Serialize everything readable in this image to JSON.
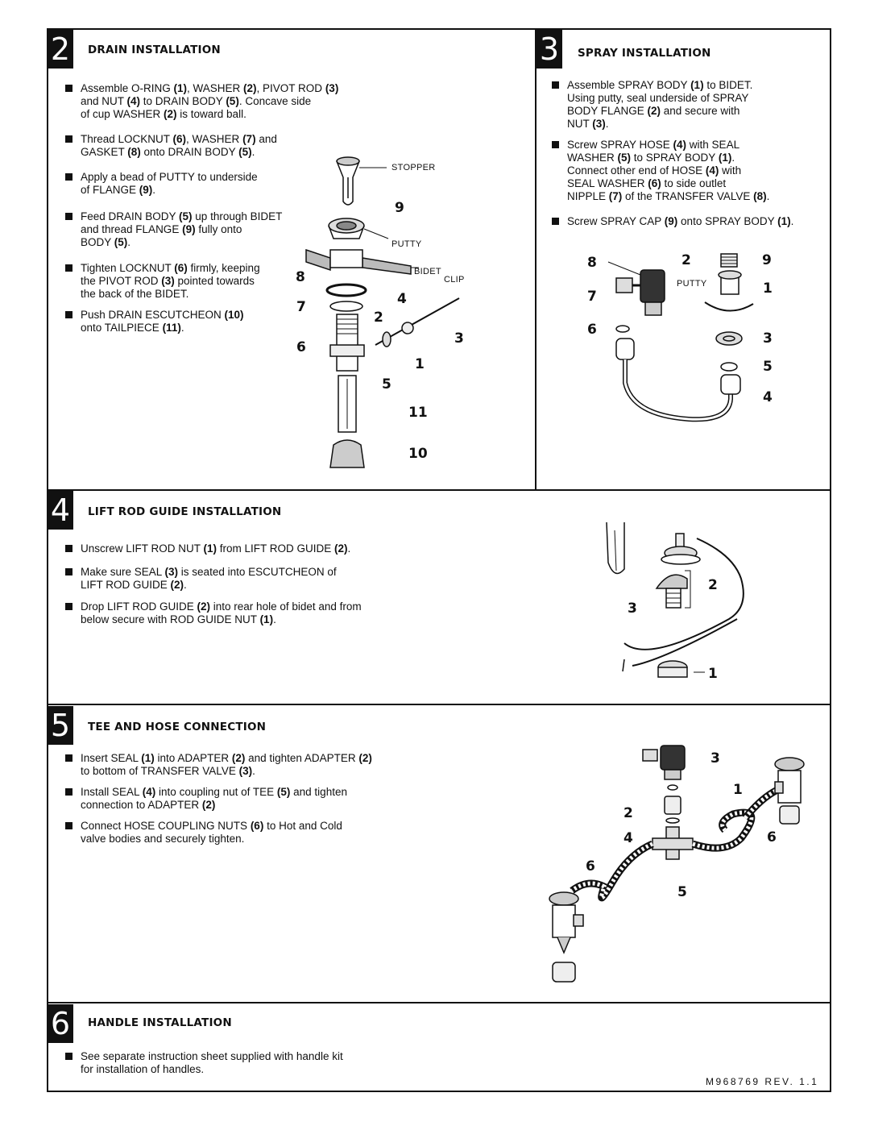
{
  "sections": [
    {
      "number": "2",
      "title": "DRAIN INSTALLATION",
      "steps": [
        "Assemble O-RING (1), WASHER (2), PIVOT ROD (3)\nand NUT (4) to DRAIN BODY (5). Concave side\nof cup WASHER (2) is toward ball.",
        "Thread LOCKNUT (6), WASHER (7) and\nGASKET (8) onto DRAIN BODY (5).",
        "Apply a bead of PUTTY to underside\nof FLANGE (9).",
        "Feed DRAIN BODY (5) up through BIDET\nand thread FLANGE (9) fully onto\nBODY (5).",
        "Tighten LOCKNUT (6) firmly, keeping\nthe PIVOT ROD (3) pointed towards\nthe back of the BIDET.",
        "Push DRAIN ESCUTCHEON (10)\nonto TAILPIECE (11)."
      ],
      "labels": [
        "STOPPER",
        "PUTTY",
        "BIDET",
        "CLIP"
      ],
      "callouts": [
        "9",
        "8",
        "4",
        "7",
        "2",
        "6",
        "3",
        "1",
        "5",
        "11",
        "10"
      ]
    },
    {
      "number": "3",
      "title": "SPRAY INSTALLATION",
      "steps": [
        "Assemble SPRAY BODY (1) to BIDET.\nUsing putty, seal underside of SPRAY\nBODY FLANGE (2) and secure with\nNUT (3).",
        "Screw SPRAY HOSE (4) with SEAL\nWASHER (5) to SPRAY BODY (1).\nConnect other end of HOSE (4) with\nSEAL WASHER (6) to side outlet\nNIPPLE (7) of the TRANSFER VALVE (8).",
        "Screw SPRAY CAP (9) onto SPRAY BODY (1)."
      ],
      "labels": [
        "PUTTY"
      ],
      "callouts": [
        "8",
        "2",
        "9",
        "1",
        "7",
        "6",
        "3",
        "5",
        "4"
      ]
    },
    {
      "number": "4",
      "title": "LIFT ROD GUIDE INSTALLATION",
      "steps": [
        "Unscrew LIFT ROD NUT (1) from LIFT ROD GUIDE (2).",
        "Make sure SEAL (3) is seated into ESCUTCHEON of\nLIFT ROD GUIDE (2).",
        "Drop LIFT ROD GUIDE (2) into rear hole of bidet and from\nbelow secure with ROD GUIDE NUT (1)."
      ],
      "callouts": [
        "2",
        "3",
        "1"
      ]
    },
    {
      "number": "5",
      "title": "TEE AND HOSE CONNECTION",
      "steps": [
        "Insert SEAL (1) into ADAPTER (2) and tighten ADAPTER (2)\nto bottom of TRANSFER VALVE (3).",
        "Install SEAL (4) into coupling nut of TEE (5) and tighten\nconnection to ADAPTER (2)",
        "Connect HOSE COUPLING NUTS (6) to Hot and Cold\nvalve bodies and securely tighten."
      ],
      "callouts": [
        "3",
        "1",
        "2",
        "4",
        "6",
        "6",
        "5"
      ]
    },
    {
      "number": "6",
      "title": "HANDLE INSTALLATION",
      "steps": [
        "See separate instruction sheet supplied with handle kit\nfor installation of handles."
      ]
    }
  ],
  "document_number": "M968769 REV. 1.1"
}
